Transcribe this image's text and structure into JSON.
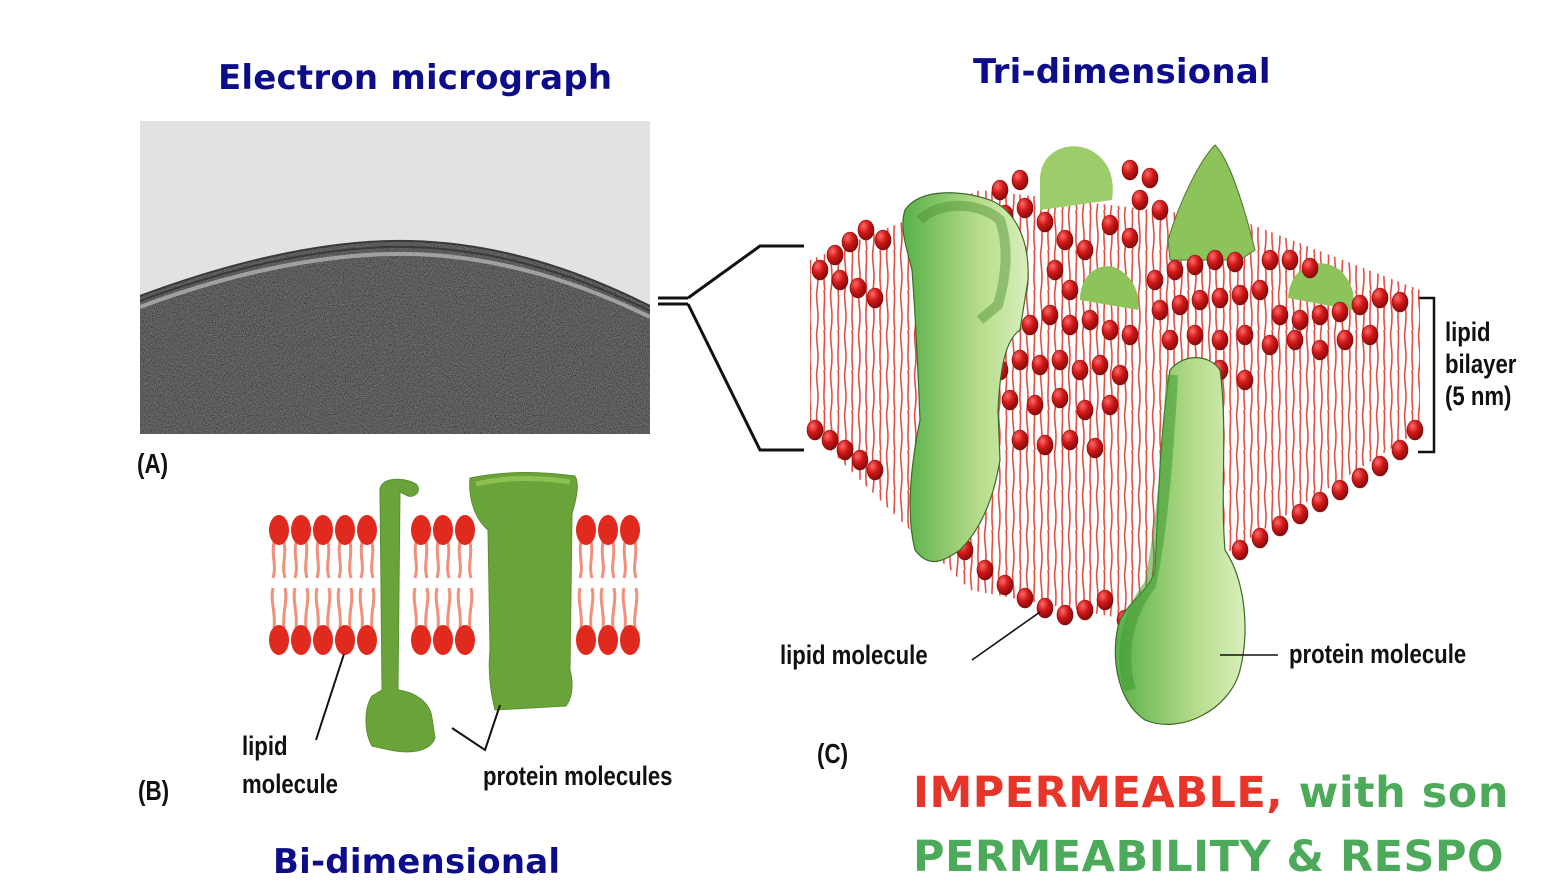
{
  "headings": {
    "electron_micrograph": "Electron micrograph",
    "tri_dimensional": "Tri-dimensional",
    "bi_dimensional": "Bi-dimensional"
  },
  "panels": {
    "a": {
      "letter": "(A)"
    },
    "b": {
      "letter": "(B)",
      "lipid_label_line1": "lipid",
      "lipid_label_line2": "molecule",
      "protein_label": "protein molecules"
    },
    "c": {
      "letter": "(C)",
      "lipid_label": "lipid molecule",
      "protein_label": "protein molecule",
      "bilayer_label_line1": "lipid",
      "bilayer_label_line2": "bilayer",
      "bilayer_label_line3": "(5 nm)"
    }
  },
  "bottom_text": {
    "line1_red": "IMPERMEABLE,",
    "line1_green": " with son",
    "line2_green": "PERMEABILITY & RESPO"
  },
  "colors": {
    "heading": "#0d0d8a",
    "lipid_head": "#d42020",
    "lipid_tail": "#f0907a",
    "protein_dark": "#6aa33a",
    "protein_light": "#cfe8a8",
    "impermeable": "#e8352a",
    "permeability": "#4caa5a"
  }
}
